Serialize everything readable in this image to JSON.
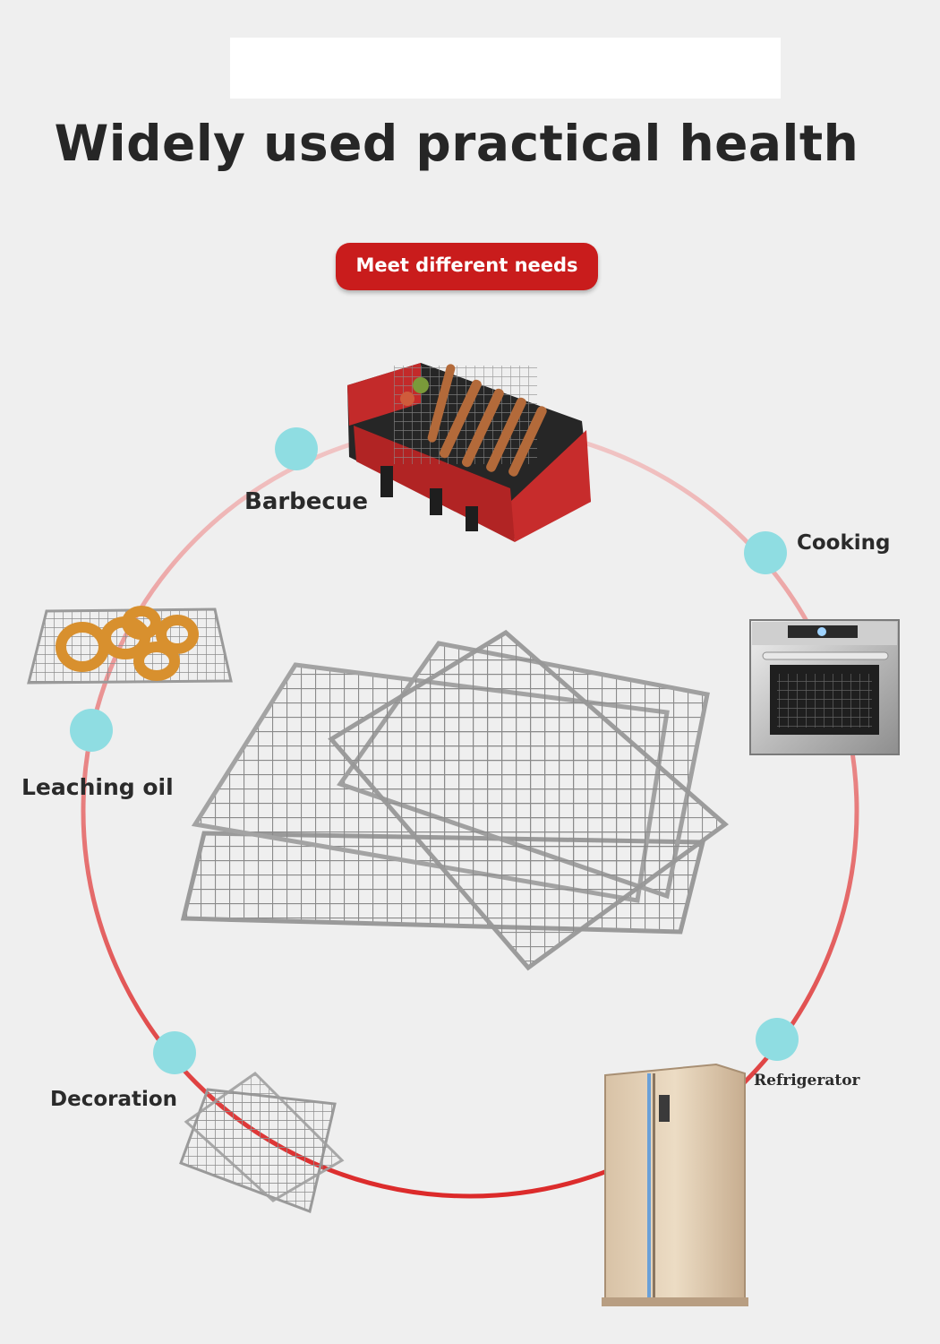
{
  "heading": "Widely used practical health",
  "badge": "Meet different needs",
  "uses": {
    "barbecue": "Barbecue",
    "cooking": "Cooking",
    "leaching_oil": "Leaching oil",
    "decoration": "Decoration",
    "refrigerator": "Refrigerator"
  },
  "colors": {
    "accent_red": "#c91c1c",
    "dot_cyan": "#8fdde2",
    "ring_red": "#e03030"
  }
}
